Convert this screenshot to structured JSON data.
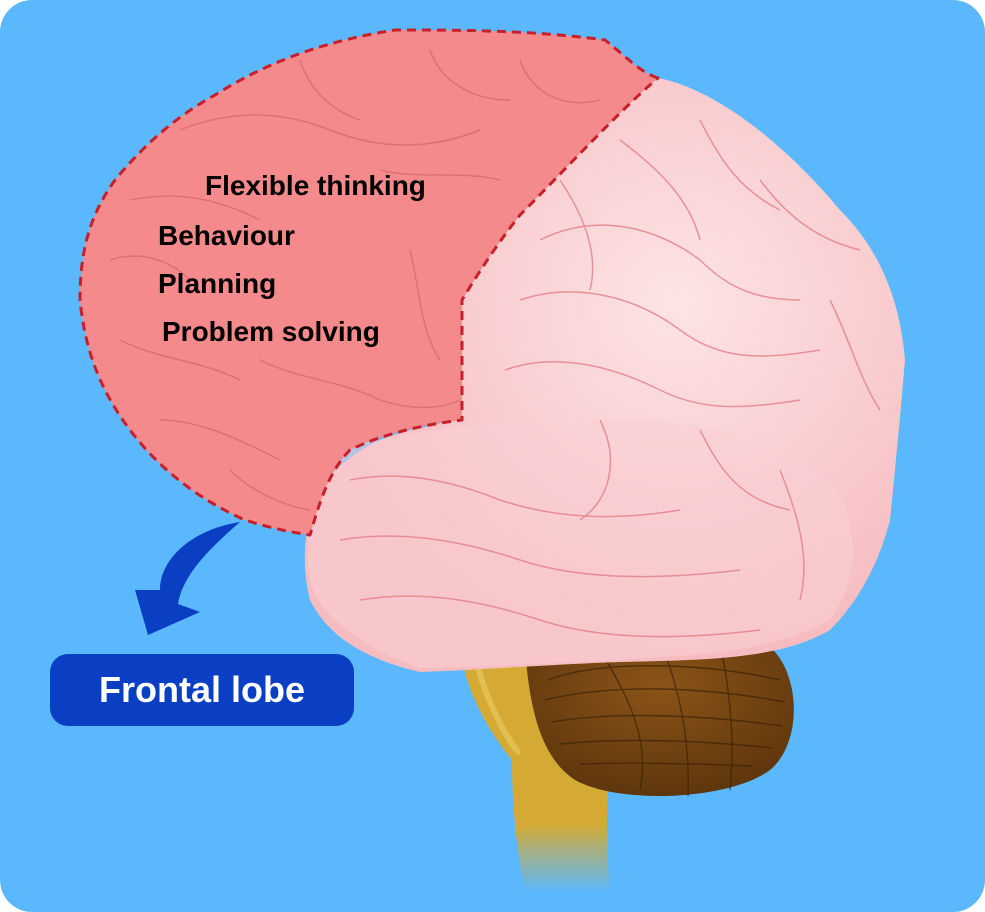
{
  "diagram": {
    "functions": [
      {
        "label": "Flexible thinking"
      },
      {
        "label": "Behaviour"
      },
      {
        "label": "Planning"
      },
      {
        "label": "Problem solving"
      }
    ],
    "lobe_label": "Frontal lobe"
  },
  "colors": {
    "background": "#5cb8fc",
    "frontal_lobe": "#f58a8c",
    "frontal_outline": "#c8202a",
    "brain": "#f8c4c6",
    "brain_highlight": "#fde4e5",
    "cerebellum": "#7a4812",
    "brainstem": "#d4aa34",
    "arrow": "#0a3fc4",
    "badge": "#0a3fc4",
    "badge_text": "#ffffff",
    "label_text": "#000000"
  }
}
